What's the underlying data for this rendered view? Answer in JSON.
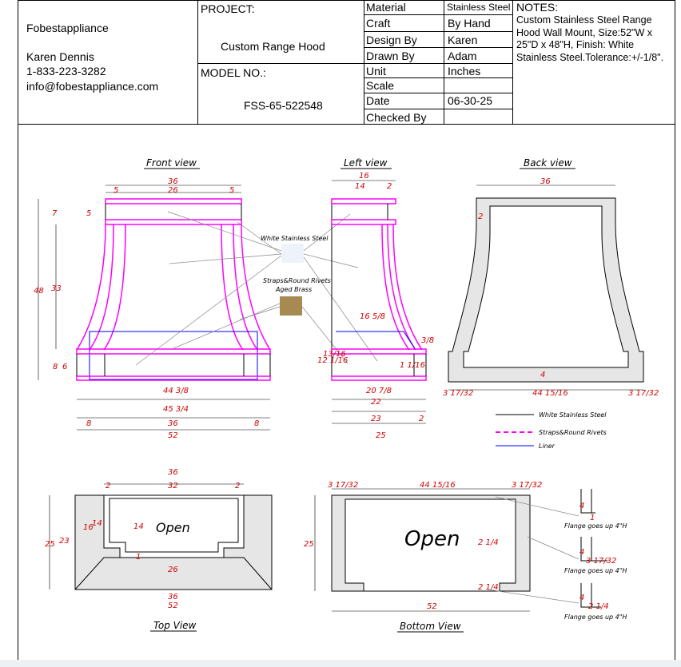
{
  "company": {
    "name": "Fobestappliance",
    "contact_name": "Karen Dennis",
    "phone": "1-833-223-3282",
    "email": "info@fobestappliance.com"
  },
  "project": {
    "label": "PROJECT:",
    "name": "Custom Range Hood",
    "model_label": "MODEL NO.:",
    "model_no": "FSS-65-522548"
  },
  "specs": [
    {
      "label": "Material",
      "value": "Stainless Steel"
    },
    {
      "label": "Craft",
      "value": "By Hand"
    },
    {
      "label": "Design By",
      "value": "Karen"
    },
    {
      "label": "Drawn By",
      "value": "Adam"
    },
    {
      "label": "Unit",
      "value": "Inches"
    },
    {
      "label": "Scale",
      "value": ""
    },
    {
      "label": "Date",
      "value": "06-30-25"
    },
    {
      "label": "Checked By",
      "value": ""
    }
  ],
  "notes": {
    "label": "NOTES:",
    "text": "Custom Stainless Steel Range Hood Wall Mount, Size:52\"W x 25\"D x 48\"H, Finish: White Stainless Steel.Tolerance:+/-1/8\"."
  },
  "views": {
    "front": "Front view",
    "left": "Left view",
    "back": "Back view",
    "top": "Top View",
    "bottom": "Bottom View"
  },
  "callouts": {
    "finish": "White Stainless Steel",
    "straps_line1": "Straps&Round Rivets",
    "straps_line2": "Aged Brass",
    "open": "Open",
    "flange": "Flange goes up 4\"H"
  },
  "legend": [
    {
      "label": "White Stainless Steel",
      "color": "#000000"
    },
    {
      "label": "Straps&Round Rivets",
      "color": "#ff00ff"
    },
    {
      "label": "Liner",
      "color": "#0000ff"
    }
  ],
  "dims": {
    "front": {
      "top_w": "36",
      "top_l": "5",
      "top_m": "26",
      "top_r": "5",
      "h1": "7",
      "h2": "5",
      "h_total": "48",
      "h_mid": "33",
      "h_b1": "8",
      "h_b2": "6",
      "liner": "44 3/8",
      "band": "45 3/4",
      "b_l": "8",
      "b_m": "36",
      "b_r": "8",
      "b_total": "52"
    },
    "left": {
      "top": "16",
      "top_m": "14",
      "top_r": "2",
      "curve": "16 5/8",
      "d1": "3/8",
      "d2": "13/16",
      "d3": "12 1/16",
      "d4": "1 1/16",
      "liner": "20 7/8",
      "l1": "22",
      "l2": "23",
      "l3": "2",
      "total": "25"
    },
    "back": {
      "top": "36",
      "wall": "2",
      "bottom_h": "4",
      "b_l": "3 17/32",
      "b_m": "44 15/16",
      "b_r": "3 17/32"
    },
    "top": {
      "w1": "36",
      "l": "2",
      "m": "32",
      "r": "2",
      "d1": "16",
      "d2": "14",
      "d3": "25",
      "d4": "23",
      "inner": "14",
      "rivet": "1",
      "bottom": "26",
      "bw1": "36",
      "bw2": "52"
    },
    "bottom": {
      "l": "3 17/32",
      "m": "44 15/16",
      "r": "3 17/32",
      "h": "25",
      "inner": "2 1/4",
      "lower": "2 1/4",
      "w": "52"
    },
    "flange": {
      "a": "4",
      "b": "1",
      "c": "4",
      "d": "3 17/32",
      "e": "4",
      "f": "2 1/4"
    }
  }
}
